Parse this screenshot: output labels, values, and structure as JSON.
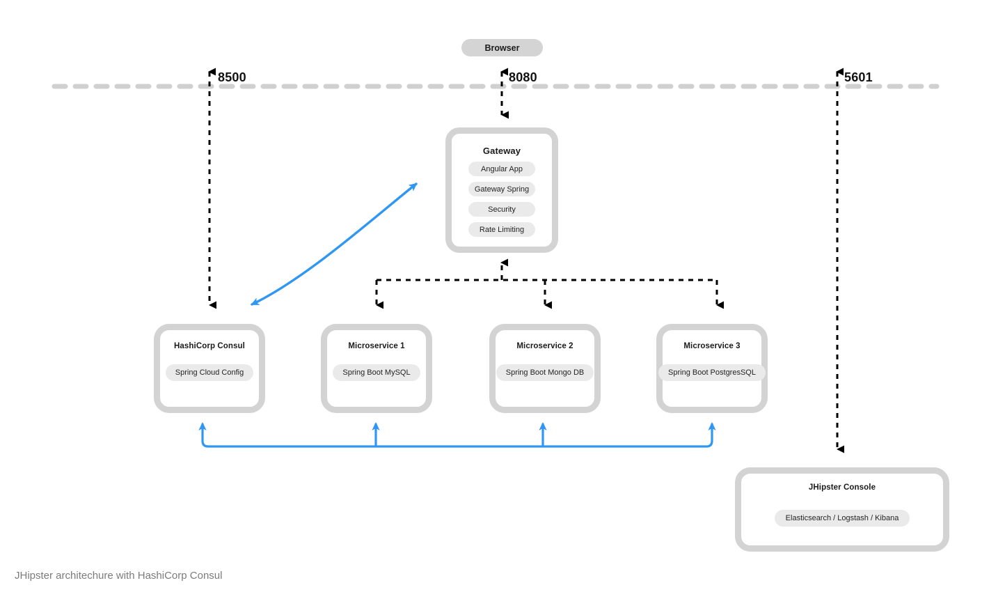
{
  "diagram": {
    "caption": "JHipster architechure with HashiCorp Consul",
    "colors": {
      "accent_blue": "#2f97f2",
      "node_border_gray": "#d3d3d3",
      "pill_gray": "#eaeaea",
      "browser_gray": "#d4d4d4",
      "separator_gray": "#d0d0d0",
      "arrow_black": "#000000",
      "caption_gray": "#7b7b7b"
    }
  },
  "browser": {
    "label": "Browser"
  },
  "ports": [
    {
      "name": "consul-port",
      "value": "8500"
    },
    {
      "name": "gateway-port",
      "value": "8080"
    },
    {
      "name": "kibana-port",
      "value": "5601"
    }
  ],
  "gateway": {
    "title": "Gateway",
    "components": [
      "Angular App",
      "Gateway Spring",
      "Security",
      "Rate Limiting"
    ]
  },
  "services": [
    {
      "id": "consul",
      "title": "HashiCorp Consul",
      "component": "Spring Cloud Config"
    },
    {
      "id": "ms1",
      "title": "Microservice 1",
      "component": "Spring Boot MySQL"
    },
    {
      "id": "ms2",
      "title": "Microservice 2",
      "component": "Spring Boot Mongo DB"
    },
    {
      "id": "ms3",
      "title": "Microservice 3",
      "component": "Spring Boot PostgresSQL"
    }
  ],
  "console": {
    "title": "JHipster Console",
    "component": "Elasticsearch / Logstash / Kibana"
  },
  "connectors": [
    {
      "name": "browser-to-gateway",
      "style": "dashed",
      "color": "#000000",
      "direction": "bidirectional"
    },
    {
      "name": "consul-vertical",
      "style": "dashed",
      "color": "#000000",
      "direction": "bidirectional"
    },
    {
      "name": "kibana-vertical",
      "style": "dashed",
      "color": "#000000",
      "direction": "bidirectional"
    },
    {
      "name": "gateway-to-microservices-bus",
      "style": "dashed",
      "color": "#000000",
      "direction": "bidirectional"
    },
    {
      "name": "consul-to-gateway-curve",
      "style": "solid",
      "color": "#2f97f2",
      "direction": "bidirectional"
    },
    {
      "name": "services-registration-bus",
      "style": "solid",
      "color": "#2f97f2",
      "direction": "up"
    }
  ]
}
